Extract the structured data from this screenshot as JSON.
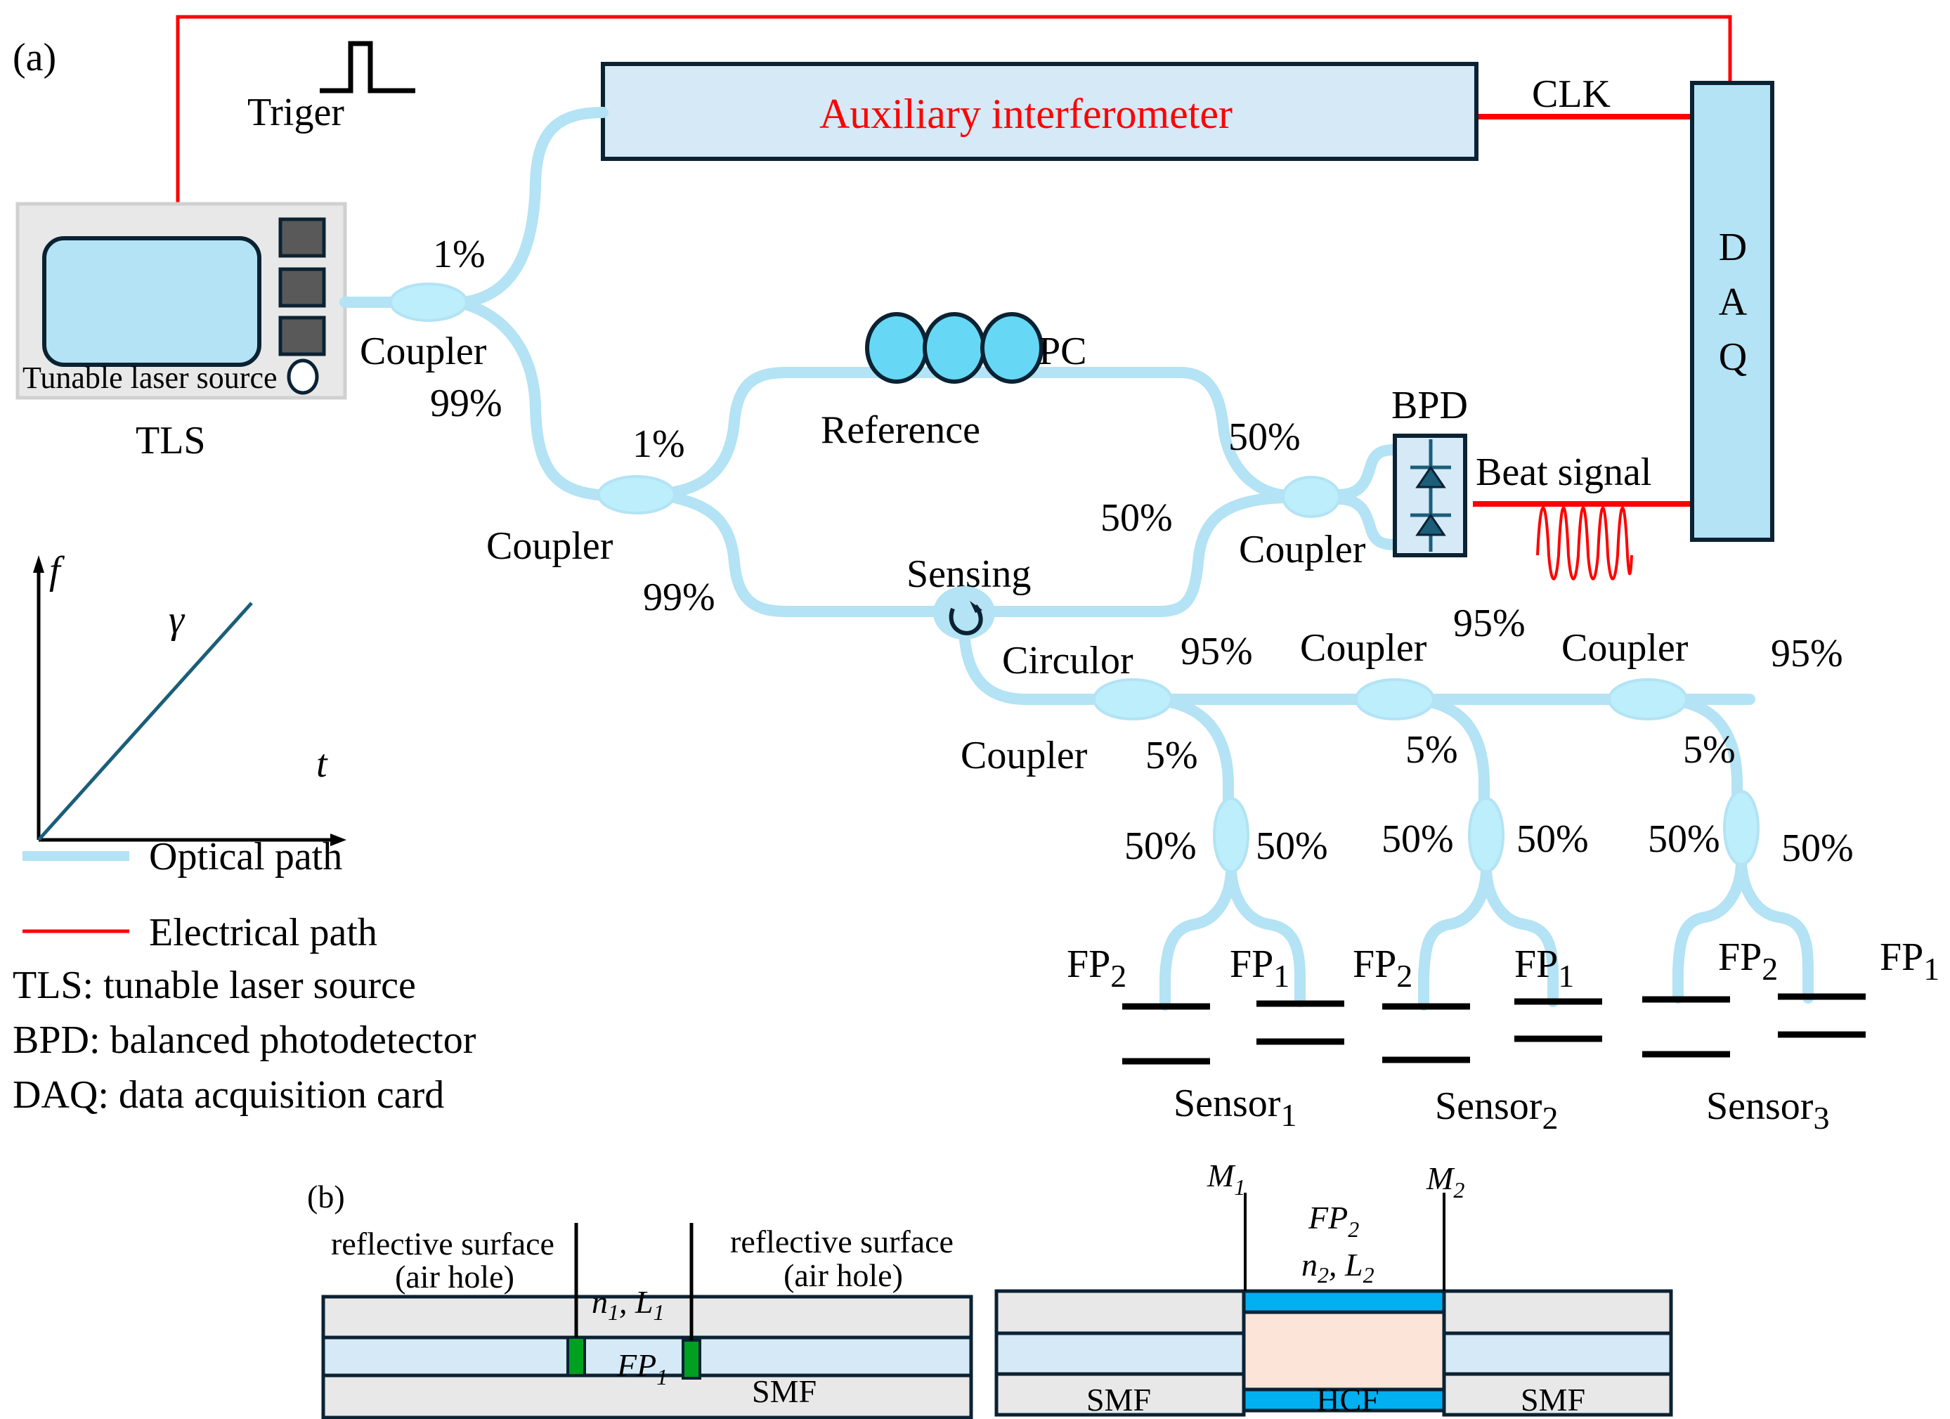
{
  "panel_a": {
    "label": "(a)",
    "trigger_label": "Triger",
    "aux_interferometer_label": "Auxiliary interferometer",
    "clk_label": "CLK",
    "daq_letters": [
      "D",
      "A",
      "Q"
    ],
    "tls": {
      "device_label": "Tunable laser source",
      "name": "TLS"
    },
    "coupler1": {
      "label": "Coupler",
      "top_ratio": "1%",
      "bottom_ratio": "99%"
    },
    "coupler2": {
      "label": "Coupler",
      "top_ratio": "1%",
      "bottom_ratio": "99%"
    },
    "reference_label": "Reference",
    "pc_label": "PC",
    "sensing_label": "Sensing",
    "coupler3": {
      "label": "Coupler",
      "top_ratio": "50%",
      "bottom_ratio": "50%"
    },
    "bpd_label": "BPD",
    "beat_signal_label": "Beat signal",
    "circulator_label": "Circulor",
    "chain_couplers": [
      {
        "label": "Coupler",
        "through_ratio": "95%",
        "tap_ratio": "5%"
      },
      {
        "label": "Coupler",
        "through_ratio": "95%",
        "tap_ratio": "5%"
      },
      {
        "label": "Coupler",
        "through_ratio": "95%",
        "tap_ratio": "5%"
      }
    ],
    "sensors": [
      {
        "name": "Sensor",
        "index": "1",
        "left_ratio": "50%",
        "right_ratio": "50%",
        "fp_left": "FP",
        "fp_left_sub": "2",
        "fp_right": "FP",
        "fp_right_sub": "1"
      },
      {
        "name": "Sensor",
        "index": "2",
        "left_ratio": "50%",
        "right_ratio": "50%",
        "fp_left": "FP",
        "fp_left_sub": "2",
        "fp_right": "FP",
        "fp_right_sub": "1"
      },
      {
        "name": "Sensor",
        "index": "3",
        "left_ratio": "50%",
        "right_ratio": "50%",
        "fp_left": "FP",
        "fp_left_sub": "2",
        "fp_right": "FP",
        "fp_right_sub": "1"
      }
    ],
    "sweep_plot": {
      "y_axis": "f",
      "x_axis": "t",
      "slope_label": "γ"
    },
    "legend": [
      {
        "label": "Optical path",
        "color": "#b3e3f4"
      },
      {
        "label": "Electrical path",
        "color": "#ff0000"
      }
    ],
    "abbreviations": [
      "TLS: tunable laser source",
      "BPD: balanced photodetector",
      "DAQ: data acquisition card"
    ]
  },
  "panel_b": {
    "label": "(b)",
    "fp1": {
      "left_note_line1": "reflective surface",
      "left_note_line2": "(air hole)",
      "right_note_line1": "reflective surface",
      "right_note_line2": "(air hole)",
      "params": "n",
      "params_sub1": "1",
      "params_mid": ", L",
      "params_sub2": "1",
      "name": "FP",
      "name_sub": "1",
      "fiber_label": "SMF"
    },
    "fp2": {
      "mirror1": "M",
      "mirror1_sub": "1",
      "mirror2": "M",
      "mirror2_sub": "2",
      "name": "FP",
      "name_sub": "2",
      "params": "n",
      "params_sub1": "2",
      "params_mid": ", L",
      "params_sub2": "2",
      "fiber_labels": [
        "SMF",
        "HCF",
        "SMF"
      ]
    }
  },
  "colors": {
    "fiber": "#b3e3f4",
    "coupler": "#bdeefb",
    "electrical": "#ff0000",
    "box_fill": "#d5e9f6",
    "daq_fill": "#b3e3f4",
    "pc_fill": "#66d8f5",
    "screen_fill": "#b3e3f4",
    "tls_body": "#e8e8e8",
    "button": "#595959",
    "sweep_line": "#1a5e7a",
    "hcf_core": "#fde4d8",
    "hcf_cladding": "#00b0f0",
    "fp1_mirror": "#00a020"
  }
}
